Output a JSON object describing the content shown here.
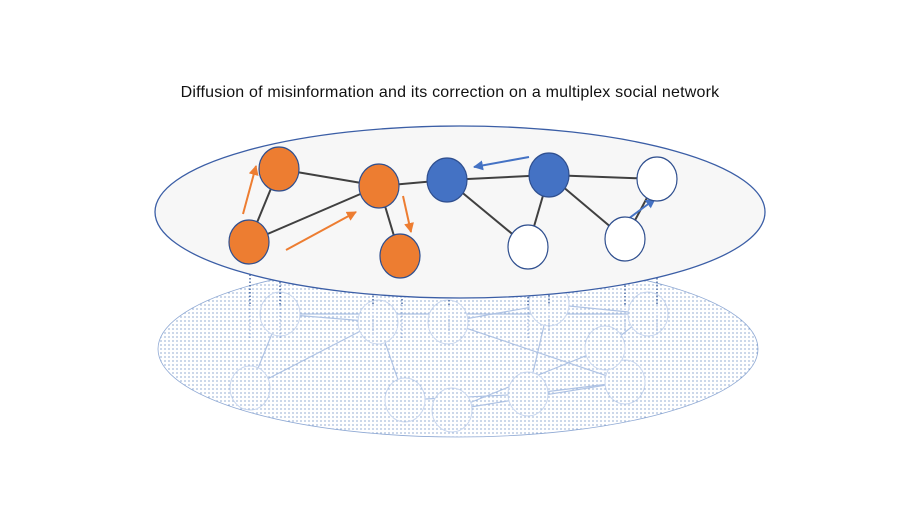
{
  "title": "Diffusion of misinformation and its correction on a multiplex social network",
  "colors": {
    "misinformed": "#ED7D31",
    "corrected": "#4472C4",
    "neutral": "#FFFFFF",
    "node_stroke": "#2F4F8F",
    "top_layer_fill": "#F7F7F7",
    "top_layer_stroke": "#3B5EA6",
    "bottom_layer_dots": "#4C78B8",
    "edge": "#404040",
    "misinfo_arrow": "#ED7D31",
    "correction_arrow": "#4472C4"
  },
  "layers": [
    {
      "name": "top-layer",
      "nodes": [
        {
          "id": "n1",
          "state": "misinformed"
        },
        {
          "id": "n2",
          "state": "misinformed"
        },
        {
          "id": "n3",
          "state": "misinformed"
        },
        {
          "id": "n4",
          "state": "misinformed"
        },
        {
          "id": "n5",
          "state": "corrected"
        },
        {
          "id": "n6",
          "state": "corrected"
        },
        {
          "id": "n7",
          "state": "neutral"
        },
        {
          "id": "n8",
          "state": "neutral"
        },
        {
          "id": "n9",
          "state": "neutral"
        }
      ],
      "edges": [
        [
          "n1",
          "n2"
        ],
        [
          "n1",
          "n3"
        ],
        [
          "n2",
          "n3"
        ],
        [
          "n3",
          "n4"
        ],
        [
          "n3",
          "n5"
        ],
        [
          "n5",
          "n6"
        ],
        [
          "n6",
          "n7"
        ],
        [
          "n6",
          "n8"
        ],
        [
          "n6",
          "n9"
        ],
        [
          "n5",
          "n8"
        ],
        [
          "n9",
          "n7"
        ]
      ],
      "spread_arrows": [
        {
          "kind": "misinformation",
          "from": "n2",
          "to": "n1"
        },
        {
          "kind": "misinformation",
          "from": "n2",
          "to": "n3"
        },
        {
          "kind": "misinformation",
          "from": "n3",
          "to": "n4"
        },
        {
          "kind": "correction",
          "from": "n6",
          "to": "n5"
        },
        {
          "kind": "correction",
          "from": "n9",
          "to": "n7"
        }
      ]
    },
    {
      "name": "bottom-layer",
      "nodes": [
        "m1",
        "m2",
        "m3",
        "m4",
        "m5",
        "m6",
        "m7",
        "m8",
        "m9",
        "m10",
        "m11"
      ],
      "edges": [
        [
          "m1",
          "m2"
        ],
        [
          "m1",
          "m3"
        ],
        [
          "m2",
          "m3"
        ],
        [
          "m3",
          "m4"
        ],
        [
          "m4",
          "m7"
        ],
        [
          "m5",
          "m6"
        ],
        [
          "m5",
          "m9"
        ],
        [
          "m6",
          "m7"
        ],
        [
          "m6",
          "m8"
        ],
        [
          "m7",
          "m9"
        ],
        [
          "m8",
          "m10"
        ],
        [
          "m9",
          "m11"
        ],
        [
          "m10",
          "m11"
        ],
        [
          "m2",
          "m8"
        ]
      ]
    }
  ]
}
